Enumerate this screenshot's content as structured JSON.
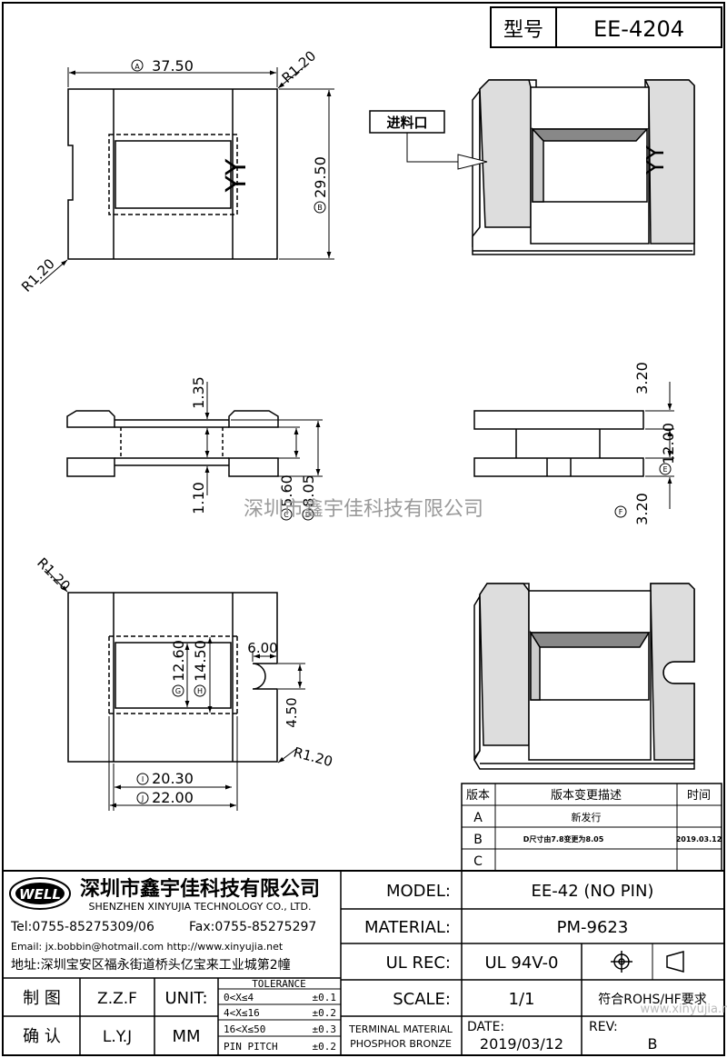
{
  "header": {
    "model_label": "型号",
    "model_value": "EE-4204"
  },
  "feed_inlet_label": "进料口",
  "watermark": "深圳市鑫宇佳科技有限公司",
  "watermark_url": "www.xinyujia.net",
  "marking": "YY",
  "dimensions": {
    "top_width": "37.50",
    "top_width_tag": "A",
    "top_height": "29.50",
    "top_height_tag": "B",
    "r_top": "R1.20",
    "r_bottom_left": "R1.20",
    "side_top": "1.35",
    "side_bottom": "1.10",
    "side_c": "5.60",
    "side_c_tag": "C",
    "side_d": "8.05",
    "side_d_tag": "D",
    "right_top": "3.20",
    "right_mid": "12.00",
    "right_mid_tag": "E",
    "right_bottom": "3.20",
    "right_bottom_tag": "F",
    "bot_r_top": "R1.20",
    "bot_r_bottom": "R1.20",
    "g": "12.60",
    "g_tag": "G",
    "h": "14.50",
    "h_tag": "H",
    "slot_w": "6.00",
    "slot_h": "4.50",
    "i": "20.30",
    "i_tag": "I",
    "j": "22.00",
    "j_tag": "J"
  },
  "revision_table": {
    "headers": [
      "版本",
      "版本变更描述",
      "时间"
    ],
    "rows": [
      {
        "ver": "A",
        "desc": "新发行",
        "date": ""
      },
      {
        "ver": "B",
        "desc": "D尺寸由7.8变更为8.05",
        "date": "2019.03.12"
      },
      {
        "ver": "C",
        "desc": "",
        "date": ""
      }
    ]
  },
  "company": {
    "logo_text": "WELL",
    "name_cn": "深圳市鑫宇佳科技有限公司",
    "name_en": "SHENZHEN XINYUJIA TECHNOLOGY CO., LTD.",
    "tel": "Tel:0755-85275309/06",
    "fax": "Fax:0755-85275297",
    "email": "Email: jx.bobbin@hotmail.com http://www.xinyujia.net",
    "address": "地址:深圳宝安区福永街道桥头亿宝来工业城第2幢"
  },
  "signoff": {
    "drawn_label": "制 图",
    "drawn_value": "Z.Z.F",
    "check_label": "确 认",
    "check_value": "L.Y.J",
    "unit_label": "UNIT:",
    "unit_value": "MM"
  },
  "tolerance": {
    "title": "TOLERANCE",
    "rows": [
      {
        "range": "0<X≤4",
        "value": "±0.1"
      },
      {
        "range": "4<X≤16",
        "value": "±0.2"
      },
      {
        "range": "16<X≤50",
        "value": "±0.3"
      },
      {
        "range": "PIN PITCH",
        "value": "±0.2"
      }
    ]
  },
  "spec": {
    "model_label": "MODEL:",
    "model_value": "EE-42 (NO PIN)",
    "material_label": "MATERIAL:",
    "material_value": "PM-9623",
    "ulrec_label": "UL REC:",
    "ulrec_value": "UL 94V-0",
    "scale_label": "SCALE:",
    "scale_value": "1/1",
    "rohs": "符合ROHS/HF要求",
    "terminal_label_1": "TERMINAL MATERIAL",
    "terminal_label_2": "PHOSPHOR BRONZE",
    "date_label": "DATE:",
    "date_value": "2019/03/12",
    "rev_label": "REV:",
    "rev_value": "B"
  }
}
